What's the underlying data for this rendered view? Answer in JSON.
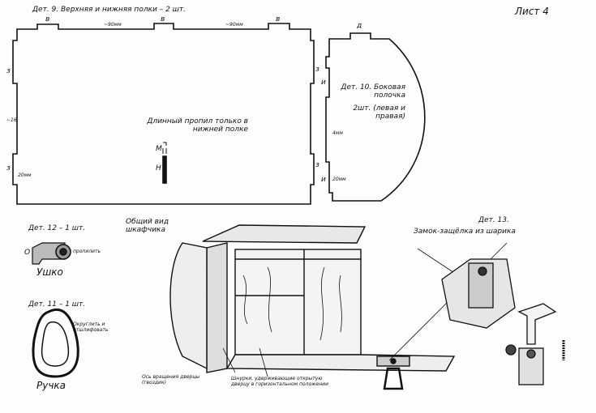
{
  "sheet": "Лист 4",
  "det9": {
    "title": "Дет. 9.  Верхняя и нижняя полки – 2 шт.",
    "tab_label": "в",
    "side_label": "з",
    "dim_top_1": "~90мм",
    "dim_top_2": "~90мм",
    "dim_side": "20мм",
    "dim_left": "~16",
    "note": "Длинный пропил только в нижней полке",
    "slot_label_m": "М",
    "slot_label_n": "Н"
  },
  "det10": {
    "title": "Дет. 10. Боковая полочка",
    "qty": "2шт. (левая и правая)",
    "tab_label": "д",
    "side_label": "и",
    "dim_mid": "4мм",
    "dim_low": "20мм"
  },
  "det12": {
    "title": "Дет. 12 – 1 шт.",
    "label_o": "О",
    "note": "пропилить",
    "name": "Ушко"
  },
  "det11": {
    "title": "Дет. 11 – 1 шт.",
    "note": "Округлить и отшлифовать",
    "name": "Ручка"
  },
  "overview": {
    "title": "Общий вид шкафчика",
    "axis_note": "Ось вращения дверцы (гвоздик)",
    "cord_note": "Шнурки, удерживающие открытую дверцу в горизонтальном положении"
  },
  "det13": {
    "title": "Дет. 13.",
    "subtitle": "Замок-защёлка из шарика"
  }
}
